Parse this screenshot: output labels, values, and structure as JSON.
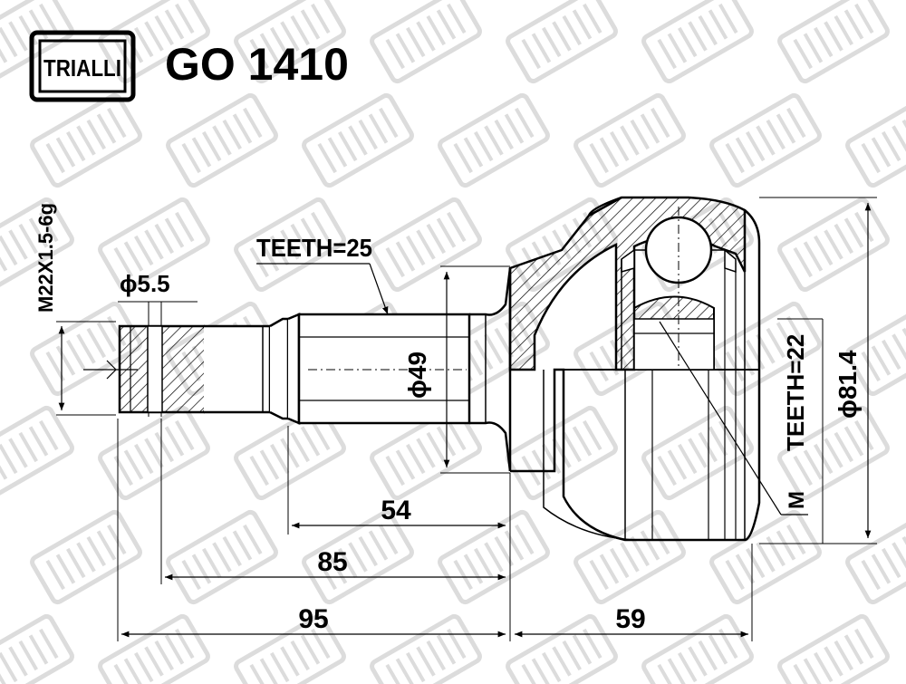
{
  "brand": {
    "logo_text": "TRIALLI",
    "part_number": "GO 1410"
  },
  "labels": {
    "thread": "M22X1.5-6g",
    "hole_diameter": "ϕ5.5",
    "outer_teeth": "TEETH=25",
    "inner_teeth": "TEETH=22",
    "seal_diameter": "ϕ49",
    "outer_diameter": "ϕ81.4",
    "marker": "M"
  },
  "dimensions": {
    "shaft_length_54": "54",
    "shaft_length_85": "85",
    "shaft_length_95": "95",
    "housing_length_59": "59"
  },
  "colors": {
    "line": "#000000",
    "watermark": "#dcdcdc"
  }
}
